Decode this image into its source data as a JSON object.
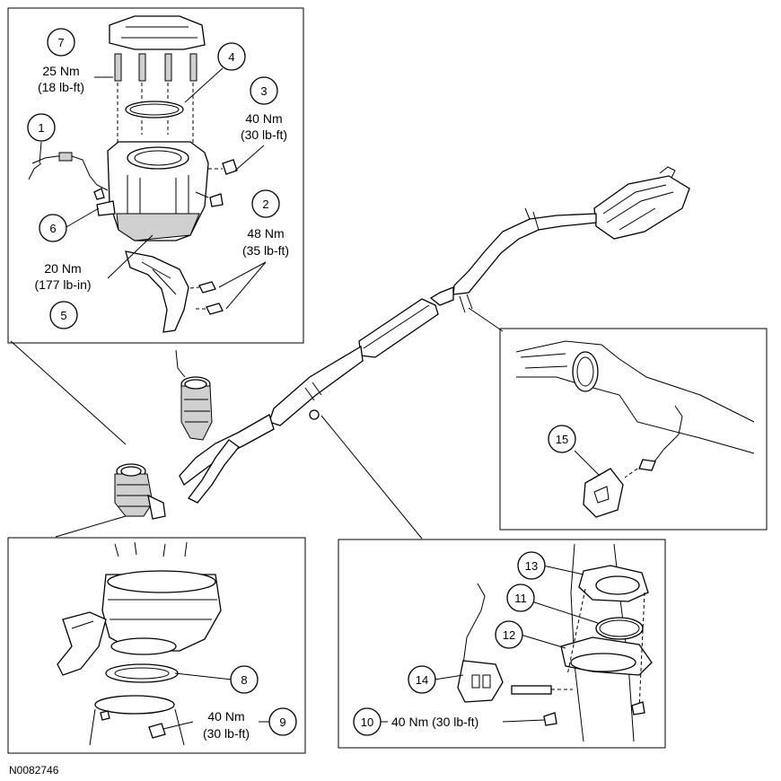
{
  "figure_id": "N0082746",
  "callouts": [
    {
      "id": "1",
      "number": "1",
      "torque": []
    },
    {
      "id": "2",
      "number": "2",
      "torque": [
        "48 Nm",
        "(35 lb-ft)"
      ]
    },
    {
      "id": "3",
      "number": "3",
      "torque": [
        "40 Nm",
        "(30 lb-ft)"
      ]
    },
    {
      "id": "4",
      "number": "4",
      "torque": []
    },
    {
      "id": "5",
      "number": "5",
      "torque": [
        "20 Nm",
        "(177 lb-in)"
      ]
    },
    {
      "id": "6",
      "number": "6",
      "torque": []
    },
    {
      "id": "7",
      "number": "7",
      "torque": [
        "25 Nm",
        "(18 lb-ft)"
      ]
    },
    {
      "id": "8",
      "number": "8",
      "torque": []
    },
    {
      "id": "9",
      "number": "9",
      "torque": [
        "40 Nm",
        "(30 lb-ft)"
      ]
    },
    {
      "id": "10",
      "number": "10",
      "torque": [
        "40 Nm (30 lb-ft)"
      ]
    },
    {
      "id": "11",
      "number": "11",
      "torque": []
    },
    {
      "id": "12",
      "number": "12",
      "torque": []
    },
    {
      "id": "13",
      "number": "13",
      "torque": []
    },
    {
      "id": "14",
      "number": "14",
      "torque": []
    },
    {
      "id": "15",
      "number": "15",
      "torque": []
    }
  ],
  "colors": {
    "line": "#000000",
    "background": "#ffffff",
    "shade": "#d0d0d0"
  }
}
